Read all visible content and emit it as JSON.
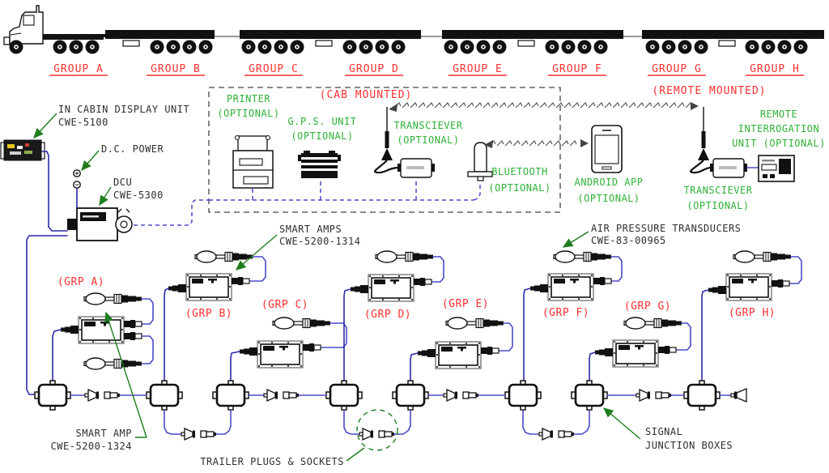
{
  "truck": {
    "groups": [
      {
        "letter": "A",
        "label": "GROUP A",
        "grp_label": "(GRP A)"
      },
      {
        "letter": "B",
        "label": "GROUP B",
        "grp_label": "(GRP B)"
      },
      {
        "letter": "C",
        "label": "GROUP C",
        "grp_label": "(GRP C)"
      },
      {
        "letter": "D",
        "label": "GROUP D",
        "grp_label": "(GRP D)"
      },
      {
        "letter": "E",
        "label": "GROUP E",
        "grp_label": "(GRP E)"
      },
      {
        "letter": "F",
        "label": "GROUP F",
        "grp_label": "(GRP F)"
      },
      {
        "letter": "G",
        "label": "GROUP G",
        "grp_label": "(GRP G)"
      },
      {
        "letter": "H",
        "label": "GROUP H",
        "grp_label": "(GRP H)"
      }
    ]
  },
  "cabin": {
    "display_unit": {
      "line1": "IN CABIN DISPLAY UNIT",
      "line2": "CWE-5100"
    },
    "dc_power": {
      "label": "D.C. POWER"
    },
    "dcu": {
      "line1": "DCU",
      "line2": "CWE-5300"
    }
  },
  "optional_box": {
    "cab_mounted_label": "(CAB MOUNTED)",
    "printer": {
      "name": "PRINTER",
      "qualifier": "(OPTIONAL)"
    },
    "gps": {
      "name": "G.P.S. UNIT",
      "qualifier": "(OPTIONAL)"
    },
    "transceiver": {
      "name": "TRANSCIEVER",
      "qualifier": "(OPTIONAL)"
    },
    "bluetooth": {
      "name": "BLUETOOTH",
      "qualifier": "(OPTIONAL)"
    }
  },
  "remote": {
    "remote_mounted_label": "(REMOTE MOUNTED)",
    "android_app": {
      "name": "ANDROID APP",
      "qualifier": "(OPTIONAL)"
    },
    "transceiver": {
      "name": "TRANSCIEVER",
      "qualifier": "(OPTIONAL)"
    },
    "interrogation_unit": {
      "line1": "REMOTE",
      "line2": "INTERROGATION",
      "line3": "UNIT (OPTIONAL)"
    }
  },
  "annotations": {
    "smart_amps": {
      "line1": "SMART AMPS",
      "line2": "CWE-5200-1314"
    },
    "smart_amp_single": {
      "line1": "SMART AMP",
      "line2": "CWE-5200-1324"
    },
    "air_transducers": {
      "line1": "AIR PRESSURE TRANSDUCERS",
      "line2": "CWE-83-00965"
    },
    "trailer_plugs": {
      "label": "TRAILER PLUGS & SOCKETS"
    },
    "junction_boxes": {
      "line1": "SIGNAL",
      "line2": "JUNCTION BOXES"
    }
  },
  "colors": {
    "label_red": "#ff3030",
    "label_green": "#2eb136",
    "leader_green": "#1e7d1e",
    "wire_blue": "#4a4ac8",
    "wire_dark_blue": "#2a2aa8"
  }
}
